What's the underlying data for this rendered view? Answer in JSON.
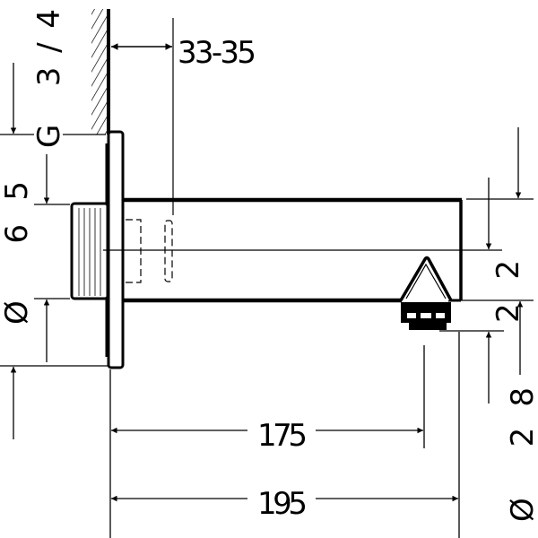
{
  "drawing": {
    "title": "Bath spout dimensions",
    "labels": {
      "thread": "G 3/4",
      "flange_diameter": "Ø 65",
      "wall_depth": "33-35",
      "projection_aerator": "175",
      "projection_total": "195",
      "height_offset": "22",
      "outlet_diameter": "Ø 28"
    },
    "colors": {
      "line": "#000000",
      "background": "#ffffff"
    }
  }
}
